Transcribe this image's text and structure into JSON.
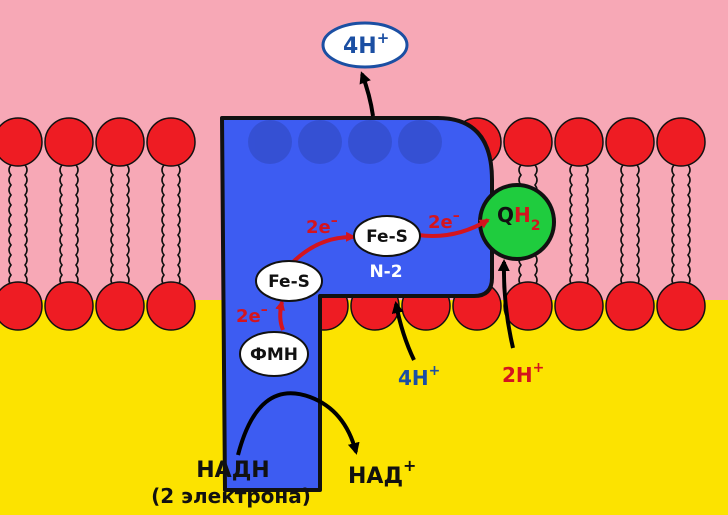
{
  "labels": {
    "h_out": "4H",
    "h_out_sup": "+",
    "e1": "2e",
    "e2": "2e",
    "e3": "2e",
    "e_sup": "–",
    "fes1": "Fe-S",
    "fes2": "Fe-S",
    "n2": "N-2",
    "fmn": "ФМН",
    "q": "Q",
    "q_h": "H",
    "q_sub": "2",
    "h_in": "4H",
    "h_in_sup": "+",
    "h_q": "2H",
    "h_q_sup": "+",
    "nadh": "НАДН",
    "electrons": "(2 электрона)",
    "nad": "НАД",
    "nad_sup": "+"
  },
  "colors": {
    "intermembrane": "#f7a8b6",
    "matrix": "#fce300",
    "lipid_head": "#ee1c23",
    "protein": "#3d5cf2",
    "ubiquinone": "#1fcc3e",
    "electron_red": "#d4141e",
    "proton_blue": "#1b4fa3"
  }
}
